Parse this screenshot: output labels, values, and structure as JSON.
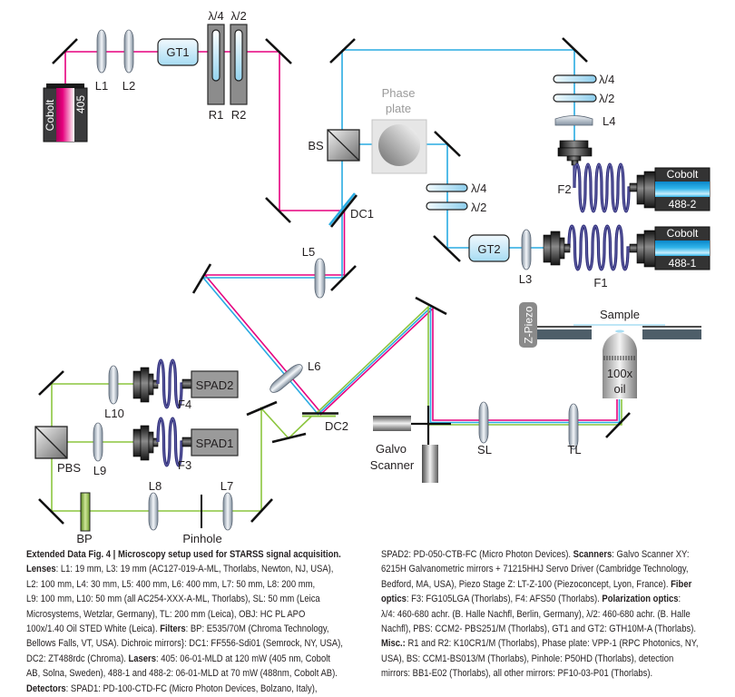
{
  "diagram": {
    "lasers": {
      "l405": {
        "brand": "Cobolt",
        "label": "405"
      },
      "l488_1": {
        "brand": "Cobolt",
        "label": "488-1"
      },
      "l488_2": {
        "brand": "Cobolt",
        "label": "488-2"
      }
    },
    "lenses": {
      "L1": "L1",
      "L2": "L2",
      "L3": "L3",
      "L4": "L4",
      "L5": "L5",
      "L6": "L6",
      "L7": "L7",
      "L8": "L8",
      "L9": "L9",
      "L10": "L10",
      "SL": "SL",
      "TL": "TL"
    },
    "polarizers": {
      "GT1": "GT1",
      "GT2": "GT2",
      "PBS": "PBS"
    },
    "rotators": {
      "R1": "R1",
      "R2": "R2"
    },
    "waveplates": {
      "quarter": "λ/4",
      "half": "λ/2"
    },
    "beamsplitters": {
      "BS": "BS",
      "DC1": "DC1",
      "DC2": "DC2"
    },
    "phase_plate": {
      "line1": "Phase",
      "line2": "plate"
    },
    "fibers": {
      "F1": "F1",
      "F2": "F2",
      "F3": "F3",
      "F4": "F4"
    },
    "detectors": {
      "SPAD1": "SPAD1",
      "SPAD2": "SPAD2"
    },
    "filter": {
      "BP": "BP"
    },
    "pinhole": "Pinhole",
    "galvo": {
      "line1": "Galvo",
      "line2": "Scanner"
    },
    "sample": "Sample",
    "z_piezo": "Z-Piezo",
    "objective": {
      "line1": "100x",
      "line2": "oil"
    }
  },
  "colors": {
    "beam_405": "#e6007e",
    "beam_488": "#29abe2",
    "beam_detection": "#8cc63f",
    "fiber": "#2e2d7a"
  },
  "caption": {
    "left": [
      [
        {
          "t": "Extended Data Fig. 4 | Microscopy setup used for STARSS signal acquisition.",
          "b": true
        }
      ],
      [
        {
          "t": "Lenses",
          "b": true
        },
        {
          "t": ": L1: 19 mm, L3: 19 mm (AC127-019-A-ML, Thorlabs, Newton, NJ, USA),"
        }
      ],
      [
        {
          "t": "L2: 100 mm, L4: 30 mm, L5: 400 mm, L6: 400 mm, L7: 50 mm, L8: 200 mm,"
        }
      ],
      [
        {
          "t": "L9: 100 mm, L10: 50 mm (all AC254-XXX-A-ML, Thorlabs), SL: 50 mm (Leica"
        }
      ],
      [
        {
          "t": "Microsystems, Wetzlar, Germany), TL: 200 mm (Leica), OBJ: HC PL APO"
        }
      ],
      [
        {
          "t": "100x/1.40 Oil STED White (Leica). "
        },
        {
          "t": "Filters",
          "b": true
        },
        {
          "t": ": BP: E535/70M (Chroma Technology,"
        }
      ],
      [
        {
          "t": "Bellows Falls, VT, USA). Dichroic mirrors}: DC1: FF556-Sdi01 (Semrock, NY, USA),"
        }
      ],
      [
        {
          "t": "DC2: ZT488rdc (Chroma). "
        },
        {
          "t": "Lasers",
          "b": true
        },
        {
          "t": ": 405: 06-01-MLD at 120 mW (405 nm, Cobolt"
        }
      ],
      [
        {
          "t": "AB, Solna, Sweden), 488-1 and 488-2: 06-01-MLD at 70 mW (488nm, Cobolt AB)."
        }
      ],
      [
        {
          "t": "Detectors",
          "b": true
        },
        {
          "t": ": SPAD1: PD-100-CTD-FC (Micro Photon Devices, Bolzano, Italy),"
        }
      ]
    ],
    "right": [
      [
        {
          "t": "SPAD2: PD-050-CTB-FC (Micro Photon Devices). "
        },
        {
          "t": "Scanners",
          "b": true
        },
        {
          "t": ": Galvo Scanner XY:"
        }
      ],
      [
        {
          "t": "6215H Galvanometric mirrors + 71215HHJ Servo Driver (Cambridge Technology,"
        }
      ],
      [
        {
          "t": "Bedford, MA, USA), Piezo Stage Z: LT-Z-100 (Piezoconcept, Lyon, France). "
        },
        {
          "t": "Fiber",
          "b": true
        }
      ],
      [
        {
          "t": "optics",
          "b": true
        },
        {
          "t": ": F3: FG105LGA (Thorlabs), F4: AFS50 (Thorlabs). "
        },
        {
          "t": "Polarization optics",
          "b": true
        },
        {
          "t": ":"
        }
      ],
      [
        {
          "t": "λ/4: 460-680 achr. (B. Halle Nachfl, Berlin, Germany), λ/2: 460-680 achr. (B. Halle"
        }
      ],
      [
        {
          "t": "Nachfl), PBS: CCM2- PBS251/M (Thorlabs), GT1 and GT2: GTH10M-A (Thorlabs)."
        }
      ],
      [
        {
          "t": "Misc.:",
          "b": true
        },
        {
          "t": " R1 and R2: K10CR1/M (Thorlabs), Phase plate: VPP-1 (RPC Photonics, NY,"
        }
      ],
      [
        {
          "t": "USA), BS: CCM1-BS013/M (Thorlabs), Pinhole: P50HD (Thorlabs), detection"
        }
      ],
      [
        {
          "t": "mirrors: BB1-E02 (Thorlabs), all other mirrors: PF10-03-P01 (Thorlabs)."
        }
      ]
    ]
  }
}
